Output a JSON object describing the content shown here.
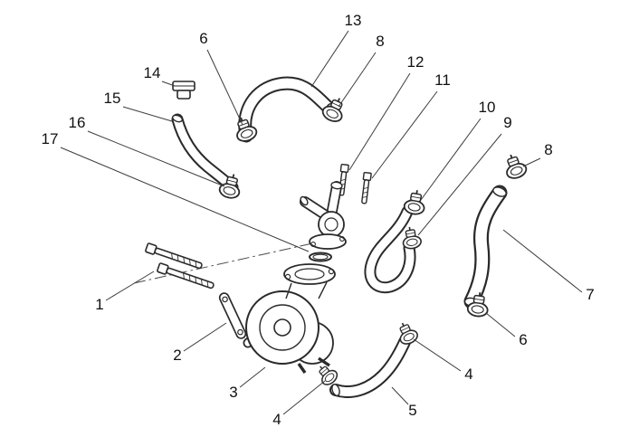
{
  "diagram": {
    "kind": "exploded-parts-diagram",
    "description": "Exploded line-art view of a water pump, coolant outlet housing, hoses, clamps and bolts with numbered part callouts",
    "background_color": "#ffffff",
    "line_color": "#2a2a2a",
    "label_color": "#111111",
    "callouts": [
      {
        "label": "13"
      },
      {
        "label": "6"
      },
      {
        "label": "8"
      },
      {
        "label": "12"
      },
      {
        "label": "11"
      },
      {
        "label": "14"
      },
      {
        "label": "10"
      },
      {
        "label": "15"
      },
      {
        "label": "9"
      },
      {
        "label": "16"
      },
      {
        "label": "8"
      },
      {
        "label": "17"
      },
      {
        "label": "7"
      },
      {
        "label": "1"
      },
      {
        "label": "6"
      },
      {
        "label": "2"
      },
      {
        "label": "4"
      },
      {
        "label": "3"
      },
      {
        "label": "5"
      },
      {
        "label": "4"
      }
    ]
  }
}
